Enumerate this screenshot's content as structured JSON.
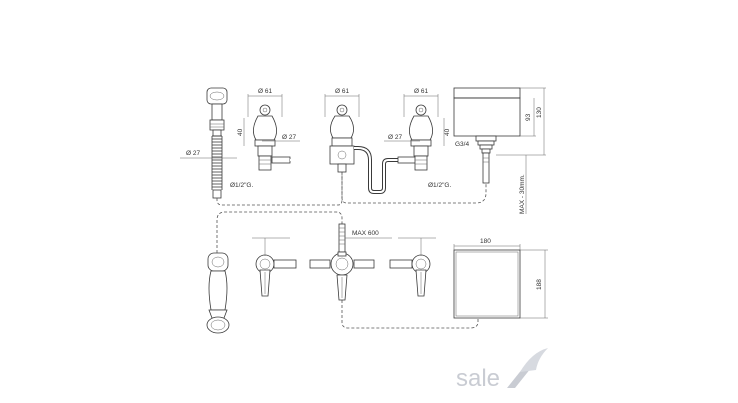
{
  "top_view": {
    "left_valve": {
      "diameter": "Ø 61",
      "height": "40",
      "nut": "Ø 27",
      "thread": "Ø1/2\"G."
    },
    "center_valve": {
      "diameter": "Ø 61"
    },
    "right_valve": {
      "diameter": "Ø 61",
      "height": "40",
      "nut": "Ø 27",
      "thread": "Ø1/2\"G."
    },
    "handshower": {
      "nut": "Ø 27"
    },
    "spout": {
      "thread": "G3/4",
      "height_inner": "93",
      "height_total": "130",
      "max_depth": "MAX - 30mm."
    }
  },
  "bottom_view": {
    "hose": "MAX 600",
    "spout_width": "180",
    "spout_height": "188"
  },
  "watermark": {
    "text": "sale",
    "color": "#c9ccd3"
  }
}
